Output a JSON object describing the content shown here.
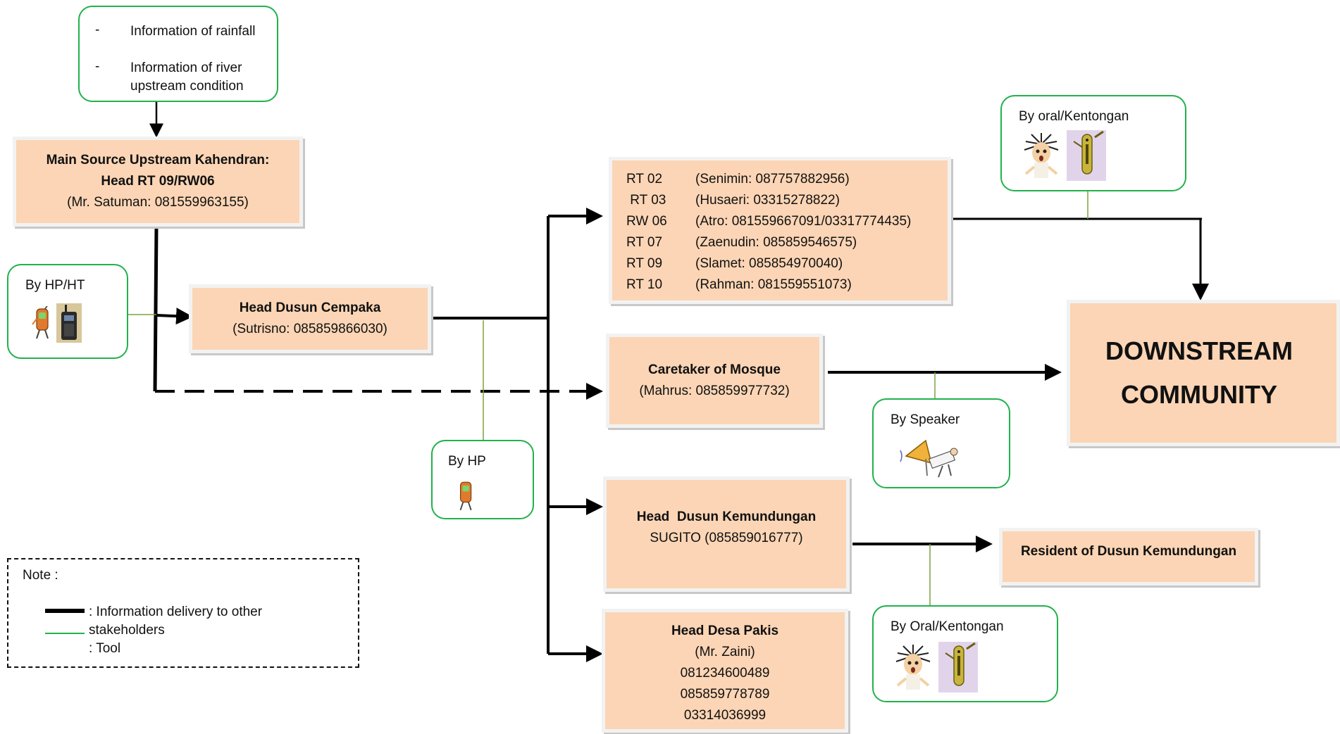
{
  "info_box": {
    "bullets": [
      {
        "dash": "-",
        "text": "Information of rainfall"
      },
      {
        "dash": "-",
        "text": "Information of river upstream condition"
      }
    ]
  },
  "main_source": {
    "line1": "Main Source Upstream Kahendran:",
    "line2": "Head RT 09/RW06",
    "line3": "(Mr. Satuman: 081559963155)"
  },
  "head_dusun_cempaka": {
    "title": "Head Dusun Cempaka",
    "contact": "(Sutrisno: 085859866030)"
  },
  "rt_list": [
    {
      "code": "RT 02",
      "contact": "(Senimin: 087757882956)"
    },
    {
      "code": " RT 03",
      "contact": "(Husaeri: 03315278822)"
    },
    {
      "code": "RW 06",
      "contact": "(Atro: 081559667091/03317774435)"
    },
    {
      "code": "RT 07",
      "contact": "(Zaenudin: 085859546575)"
    },
    {
      "code": "RT 09",
      "contact": "(Slamet: 085854970040)"
    },
    {
      "code": "RT 10",
      "contact": "(Rahman: 081559551073)"
    }
  ],
  "caretaker": {
    "title": "Caretaker of Mosque",
    "contact": "(Mahrus: 085859977732)"
  },
  "head_kemundungan": {
    "title": "Head  Dusun Kemundungan",
    "contact": "SUGITO (085859016777)"
  },
  "head_desa": {
    "title": "Head Desa Pakis",
    "lines": [
      "(Mr. Zaini)",
      "081234600489",
      "085859778789",
      "03314036999"
    ]
  },
  "resident": {
    "title": "Resident of Dusun Kemundungan"
  },
  "downstream": {
    "line1": "DOWNSTREAM",
    "line2": "COMMUNITY"
  },
  "tools": {
    "hp_ht": "By HP/HT",
    "hp": "By  HP",
    "oral_top": "By oral/Kentongan",
    "speaker": "By Speaker",
    "oral_bottom": "By Oral/Kentongan"
  },
  "note": {
    "title": "Note :",
    "thick_line": ": Information delivery to other",
    "thick_line_cont": "stakeholders",
    "thin_line": ": Tool"
  },
  "colors": {
    "box_fill": "#fbd5b5",
    "tool_border": "#22b14c",
    "tool_connector": "#7aa33a",
    "arrow": "#000000"
  },
  "icons": {
    "phone": "mobile-phone-icon",
    "radio": "walkie-talkie-icon",
    "shocked_person": "shocked-person-icon",
    "kentongan": "kentongan-drum-icon",
    "speaker": "loudspeaker-icon"
  }
}
